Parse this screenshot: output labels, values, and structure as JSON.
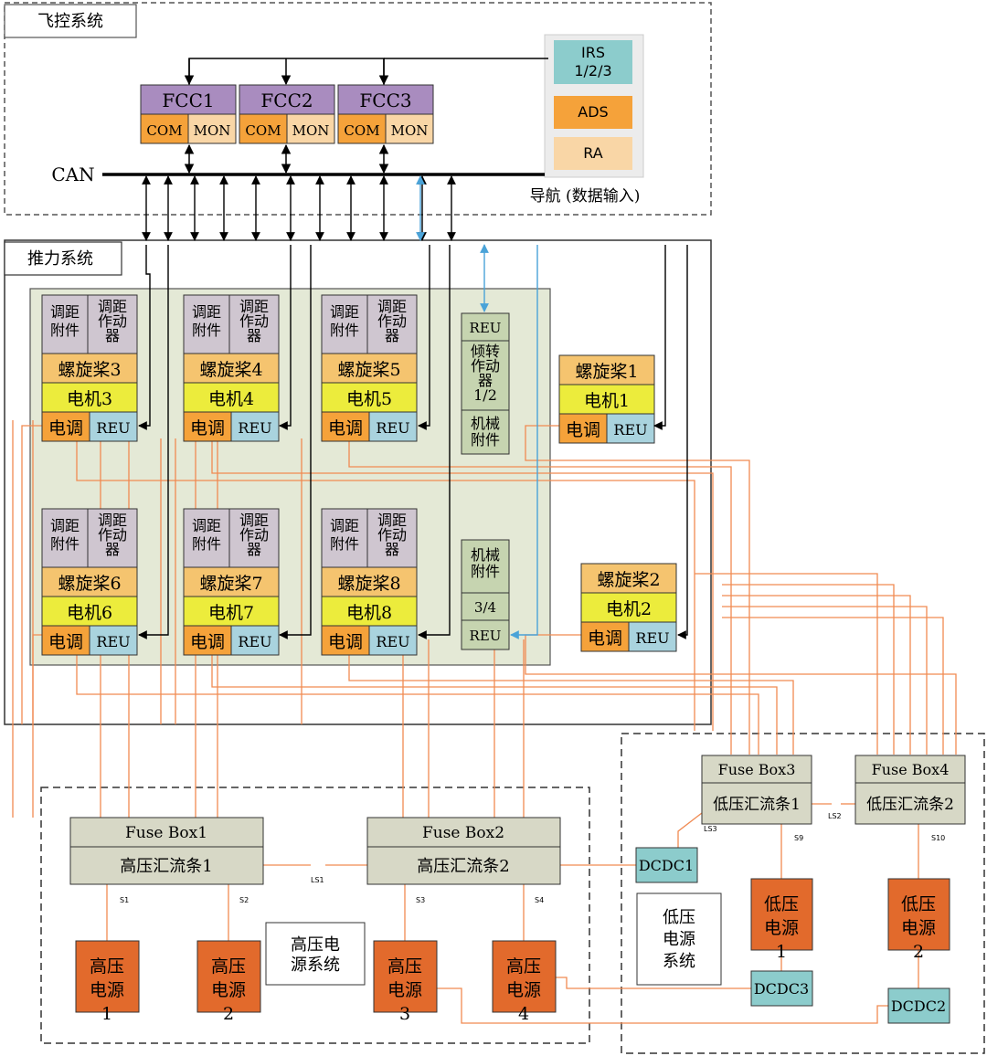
{
  "groups": {
    "flight_control": "飞控系统",
    "propulsion": "推力系统",
    "hv_system": "高压电源系统",
    "lv_system": "低压电源系统",
    "navigation": "导航 (数据输入)"
  },
  "bus": {
    "can": "CAN"
  },
  "fcc": [
    {
      "name": "FCC1",
      "com": "COM",
      "mon": "MON"
    },
    {
      "name": "FCC2",
      "com": "COM",
      "mon": "MON"
    },
    {
      "name": "FCC3",
      "com": "COM",
      "mon": "MON"
    }
  ],
  "nav": {
    "irs": "IRS 1/2/3",
    "ads": "ADS",
    "ra": "RA"
  },
  "rotor_units": [
    {
      "acc": "调距附件",
      "act": "调距作动器",
      "prop": "螺旋桨3",
      "motor": "电机3",
      "esc": "电调",
      "reu": "REU"
    },
    {
      "acc": "调距附件",
      "act": "调距作动器",
      "prop": "螺旋桨4",
      "motor": "电机4",
      "esc": "电调",
      "reu": "REU"
    },
    {
      "acc": "调距附件",
      "act": "调距作动器",
      "prop": "螺旋桨5",
      "motor": "电机5",
      "esc": "电调",
      "reu": "REU"
    },
    {
      "acc": "调距附件",
      "act": "调距作动器",
      "prop": "螺旋桨6",
      "motor": "电机6",
      "esc": "电调",
      "reu": "REU"
    },
    {
      "acc": "调距附件",
      "act": "调距作动器",
      "prop": "螺旋桨7",
      "motor": "电机7",
      "esc": "电调",
      "reu": "REU"
    },
    {
      "acc": "调距附件",
      "act": "调距作动器",
      "prop": "螺旋桨8",
      "motor": "电机8",
      "esc": "电调",
      "reu": "REU"
    }
  ],
  "simple_units": [
    {
      "prop": "螺旋桨1",
      "motor": "电机1",
      "esc": "电调",
      "reu": "REU"
    },
    {
      "prop": "螺旋桨2",
      "motor": "电机2",
      "esc": "电调",
      "reu": "REU"
    }
  ],
  "tilt_top": {
    "reu": "REU",
    "actuator": "倾转作动器1/2",
    "mech": "机械附件"
  },
  "tilt_bottom": {
    "mech": "机械附件",
    "num": "3/4",
    "reu": "REU"
  },
  "fuse_boxes": [
    {
      "name": "Fuse Box1",
      "bus": "高压汇流条1"
    },
    {
      "name": "Fuse Box2",
      "bus": "高压汇流条2"
    },
    {
      "name": "Fuse Box3",
      "bus": "低压汇流条1"
    },
    {
      "name": "Fuse Box4",
      "bus": "低压汇流条2"
    }
  ],
  "hv_sources": [
    "高压电源1",
    "高压电源2",
    "高压电源3",
    "高压电源4"
  ],
  "lv_sources": [
    "低压电源1",
    "低压电源2"
  ],
  "dcdc": [
    "DCDC1",
    "DCDC3",
    "DCDC2"
  ],
  "switches": [
    "S1",
    "S2",
    "S3",
    "S4",
    "LS1",
    "LS3",
    "S9",
    "LS2",
    "S10"
  ],
  "colors": {
    "orange": "#f5a23a",
    "grey": "#cfc6d0",
    "yellow": "#ecec3c",
    "teal": "#a9d3de",
    "hv": "#e26a2c",
    "panel": "#e4e9d6",
    "fcc": "#a98cbf",
    "wire": "#f08a52",
    "blue": "#4aa3d8"
  }
}
